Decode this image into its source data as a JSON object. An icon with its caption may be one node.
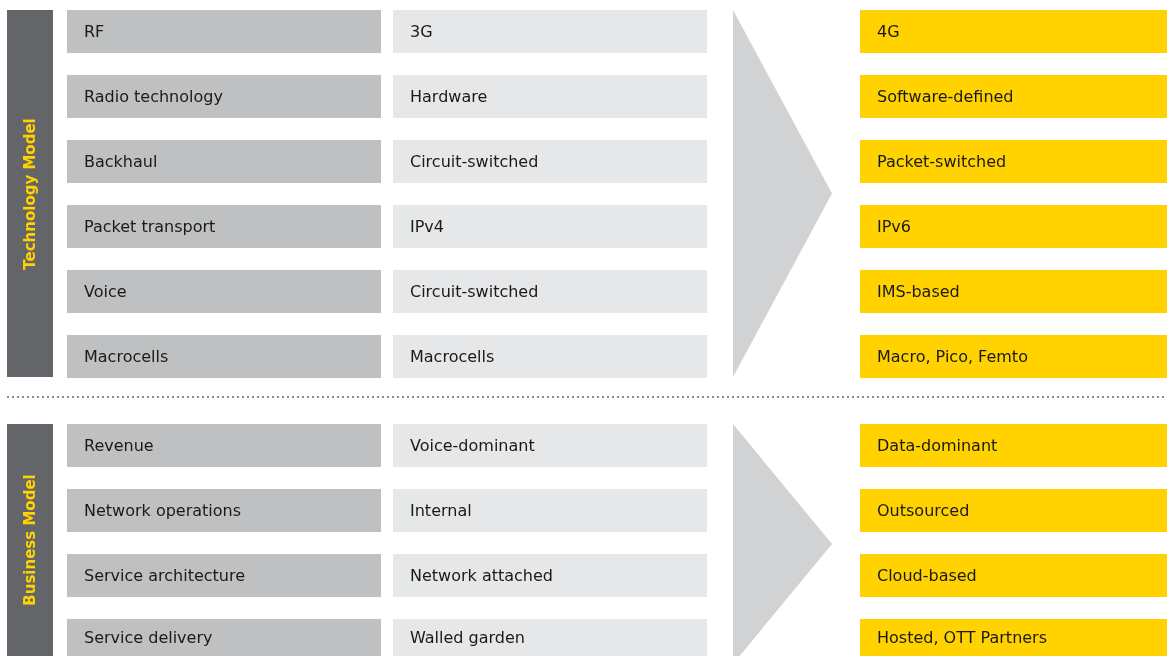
{
  "diagram": {
    "nodes": [
      {
        "text": [
          "Technology Model"
        ]
      },
      {
        "text": [
          "RF"
        ]
      },
      {
        "text": [
          "3G"
        ]
      },
      {
        "text": [
          "4G"
        ]
      },
      {
        "text": [
          "Radio technology"
        ]
      },
      {
        "text": [
          "Hardware"
        ]
      },
      {
        "text": [
          "Software-defined"
        ]
      },
      {
        "text": [
          "Backhaul"
        ]
      },
      {
        "text": [
          "Circuit-switched"
        ]
      },
      {
        "text": [
          "Packet-switched"
        ]
      },
      {
        "text": [
          "Packet transport"
        ]
      },
      {
        "text": [
          "IPv4"
        ]
      },
      {
        "text": [
          "IPv6"
        ]
      },
      {
        "text": [
          "Voice"
        ]
      },
      {
        "text": [
          "Circuit-switched"
        ]
      },
      {
        "text": [
          "IMS-based"
        ]
      },
      {
        "text": [
          "Macrocells"
        ]
      },
      {
        "text": [
          "Macrocells"
        ]
      },
      {
        "text": [
          "Macro, Pico, Femto"
        ]
      },
      {
        "text": [],
        "shape": "arrow"
      },
      {
        "text": [
          "Business Model"
        ]
      },
      {
        "text": [
          "Revenue"
        ]
      },
      {
        "text": [
          "Voice-dominant"
        ]
      },
      {
        "text": [
          "Data-dominant"
        ]
      },
      {
        "text": [
          "Network operations"
        ]
      },
      {
        "text": [
          "Internal"
        ]
      },
      {
        "text": [
          "Outsourced"
        ]
      },
      {
        "text": [
          "Service architecture"
        ]
      },
      {
        "text": [
          "Network attached"
        ]
      },
      {
        "text": [
          "Cloud-based"
        ]
      },
      {
        "text": [
          "Service delivery"
        ]
      },
      {
        "text": [
          "Walled garden"
        ]
      },
      {
        "text": [
          "Hosted, OTT Partners"
        ]
      },
      {
        "text": [],
        "shape": "arrow"
      }
    ]
  }
}
